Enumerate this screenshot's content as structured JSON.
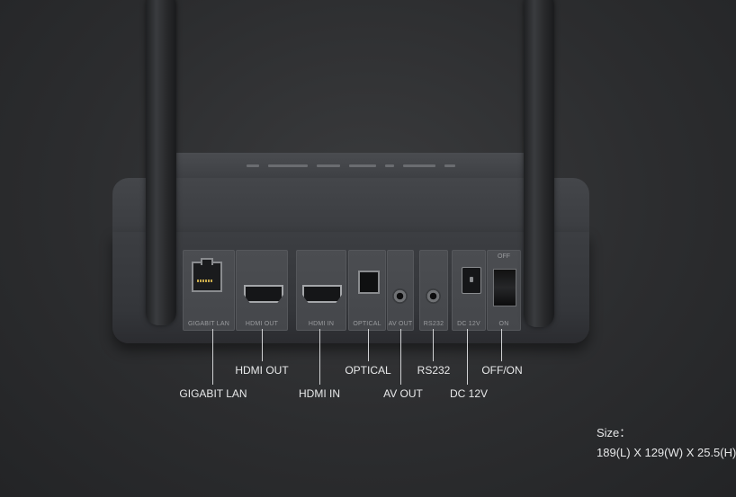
{
  "ports": {
    "gigabit_lan": "GIGABIT LAN",
    "hdmi_out": "HDMI OUT",
    "hdmi_in": "HDMI IN",
    "optical": "OPTICAL",
    "av_out": "AV OUT",
    "rs232": "RS232",
    "dc_12v": "DC 12V",
    "switch_off": "OFF",
    "switch_on": "ON"
  },
  "callouts": {
    "gigabit_lan": "GIGABIT LAN",
    "hdmi_out": "HDMI OUT",
    "hdmi_in": "HDMI IN",
    "optical": "OPTICAL",
    "av_out": "AV OUT",
    "rs232": "RS232",
    "dc_12v": "DC 12V",
    "off_on": "OFF/ON"
  },
  "size": {
    "title": "Size：",
    "value": "189(L) X 129(W) X 25.5(H)"
  }
}
